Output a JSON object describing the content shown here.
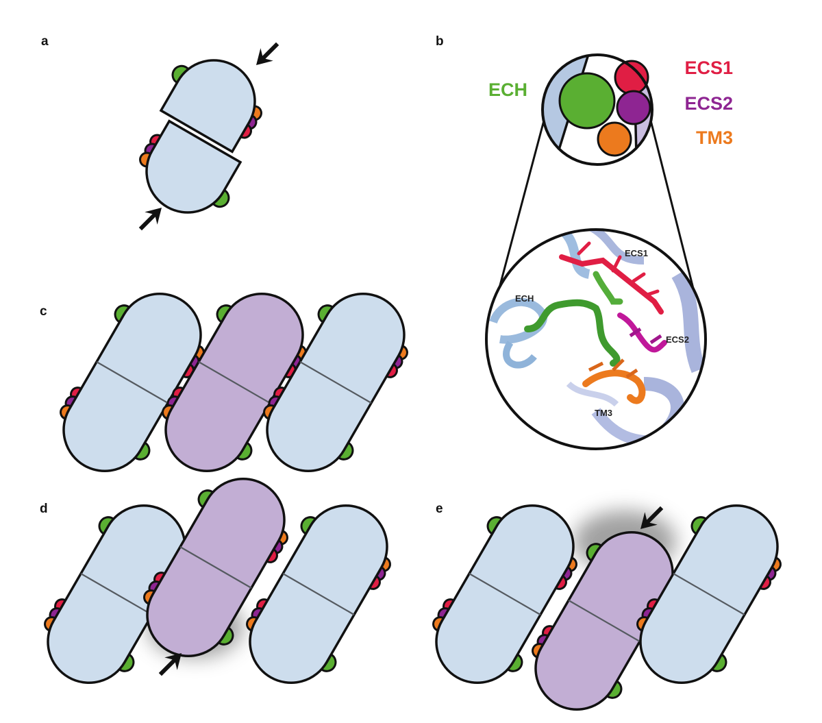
{
  "panels": {
    "a": "a",
    "b": "b",
    "c": "c",
    "d": "d",
    "e": "e"
  },
  "legend": {
    "ech": "ECH",
    "ecs1": "ECS1",
    "ecs2": "ECS2",
    "tm3": "TM3"
  },
  "structure_labels": {
    "ecs1": "ECS1",
    "ech": "ECH",
    "ecs2": "ECS2",
    "tm3": "TM3"
  },
  "colors": {
    "ech": "#5aaf32",
    "ecs1": "#e01e44",
    "ecs2": "#8e2592",
    "tm3": "#ec7a1e",
    "cell_blue": "#cddded",
    "cell_purple": "#c2aed4",
    "outline": "#111111"
  }
}
